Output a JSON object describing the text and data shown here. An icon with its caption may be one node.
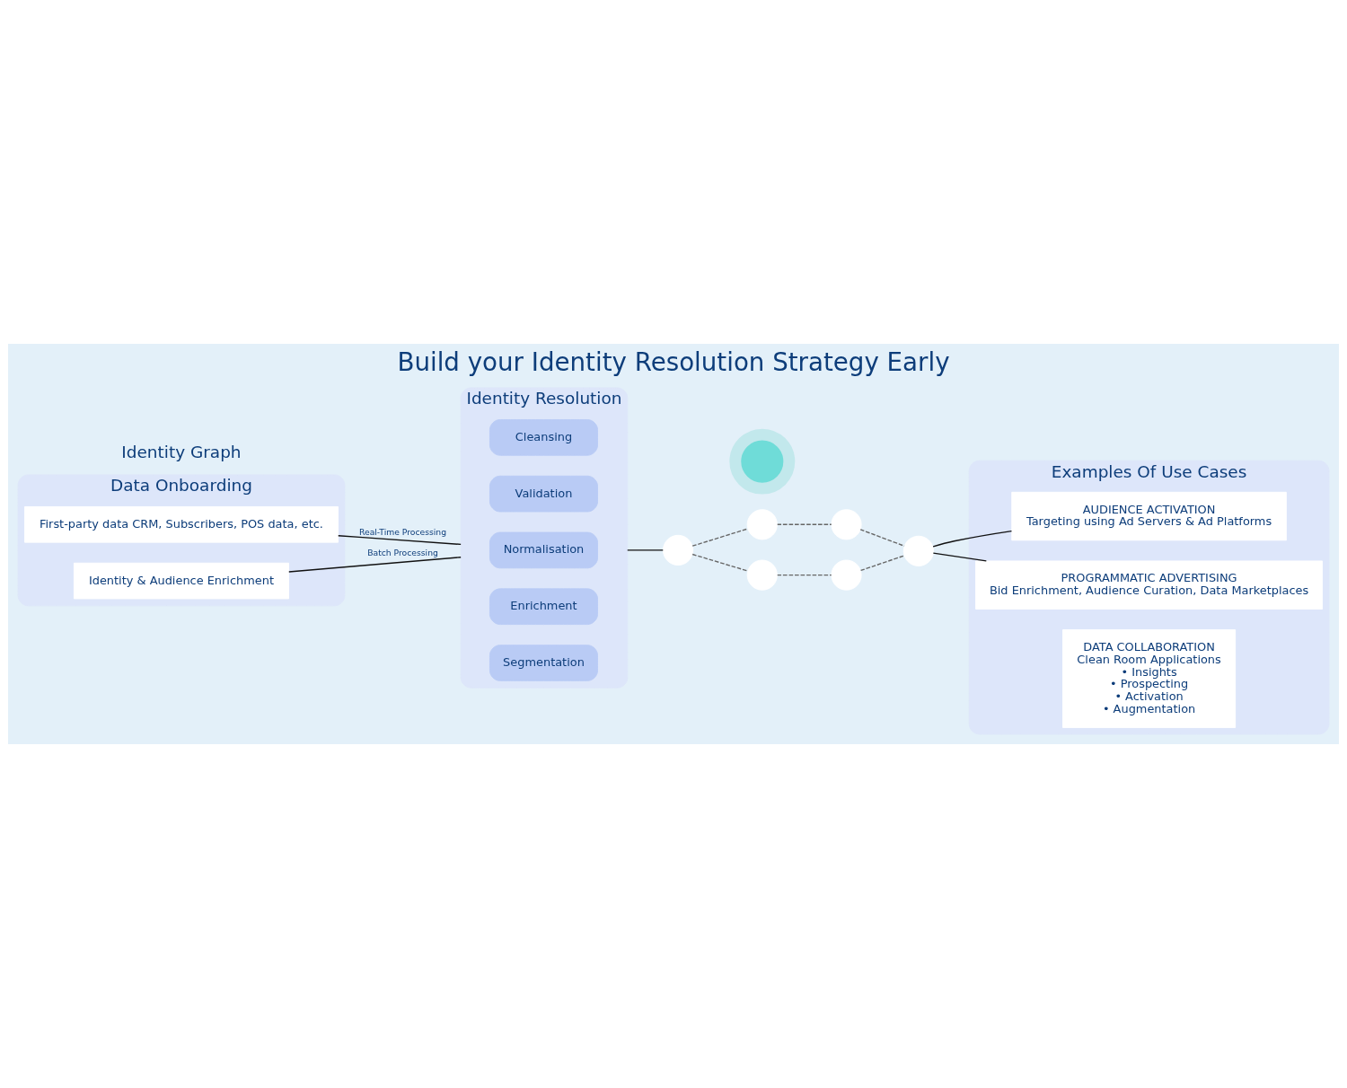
{
  "diagram": {
    "title": "Build your Identity Resolution Strategy Early",
    "nodes": [
      {
        "text": [
          "Data Onboarding"
        ]
      },
      {
        "text": [
          "First-party data CRM, Subscribers, POS data, etc."
        ],
        "in": 0
      },
      {
        "text": [
          "Identity & Audience Enrichment"
        ],
        "in": 0
      },
      {
        "text": [
          "Identity Resolution"
        ]
      },
      {
        "text": [
          "Cleansing"
        ],
        "in": 3
      },
      {
        "text": [
          "Validation"
        ],
        "in": 3
      },
      {
        "text": [
          "Normalisation"
        ],
        "in": 3
      },
      {
        "text": [
          "Enrichment"
        ],
        "in": 3
      },
      {
        "text": [
          "Segmentation"
        ],
        "in": 3
      },
      {
        "text": [],
        "shape": "circle"
      },
      {
        "text": [],
        "shape": "circle"
      },
      {
        "text": [],
        "shape": "circle"
      },
      {
        "text": [],
        "shape": "circle"
      },
      {
        "text": [],
        "shape": "circle"
      },
      {
        "text": [],
        "shape": "circle"
      },
      {
        "text": [],
        "shape": "circle"
      },
      {
        "text": [
          "Examples Of Use Cases"
        ]
      },
      {
        "text": [
          "AUDIENCE ACTIVATION",
          "Targeting using Ad Servers & Ad Platforms"
        ],
        "in": 16
      },
      {
        "text": [
          "PROGRAMMATIC ADVERTISING",
          "Bid Enrichment, Audience Curation, Data Marketplaces"
        ],
        "in": 16
      },
      {
        "text": [
          "DATA COLLABORATION",
          "Clean Room Applications",
          "• Insights",
          "• Prospecting",
          "• Activation",
          "• Augmentation"
        ],
        "in": 16
      }
    ],
    "edges": [
      {
        "from": 1,
        "to": 3,
        "arrow": "none",
        "label": "Real-Time Processing"
      },
      {
        "from": 2,
        "to": 3,
        "arrow": "none",
        "label": "Batch Processing"
      },
      {
        "from": 3,
        "to": 12,
        "arrow": "none"
      },
      {
        "from": 12,
        "to": 10,
        "arrow": "none",
        "style": "dashed",
        "color": "#666666"
      },
      {
        "from": 10,
        "to": 11,
        "arrow": "none",
        "style": "dashed",
        "color": "#666666"
      },
      {
        "from": 11,
        "to": 13,
        "arrow": "none",
        "style": "dashed",
        "color": "#666666"
      },
      {
        "from": 12,
        "to": 14,
        "arrow": "none",
        "style": "dashed",
        "color": "#666666"
      },
      {
        "from": 14,
        "to": 15,
        "arrow": "none",
        "style": "dashed",
        "color": "#666666"
      },
      {
        "from": 15,
        "to": 13,
        "arrow": "none",
        "style": "dashed",
        "color": "#666666"
      },
      {
        "from": 13,
        "to": 17,
        "arrow": "none"
      },
      {
        "from": 13,
        "to": 18,
        "arrow": "none"
      }
    ],
    "labels": [
      "Identity Graph"
    ]
  }
}
